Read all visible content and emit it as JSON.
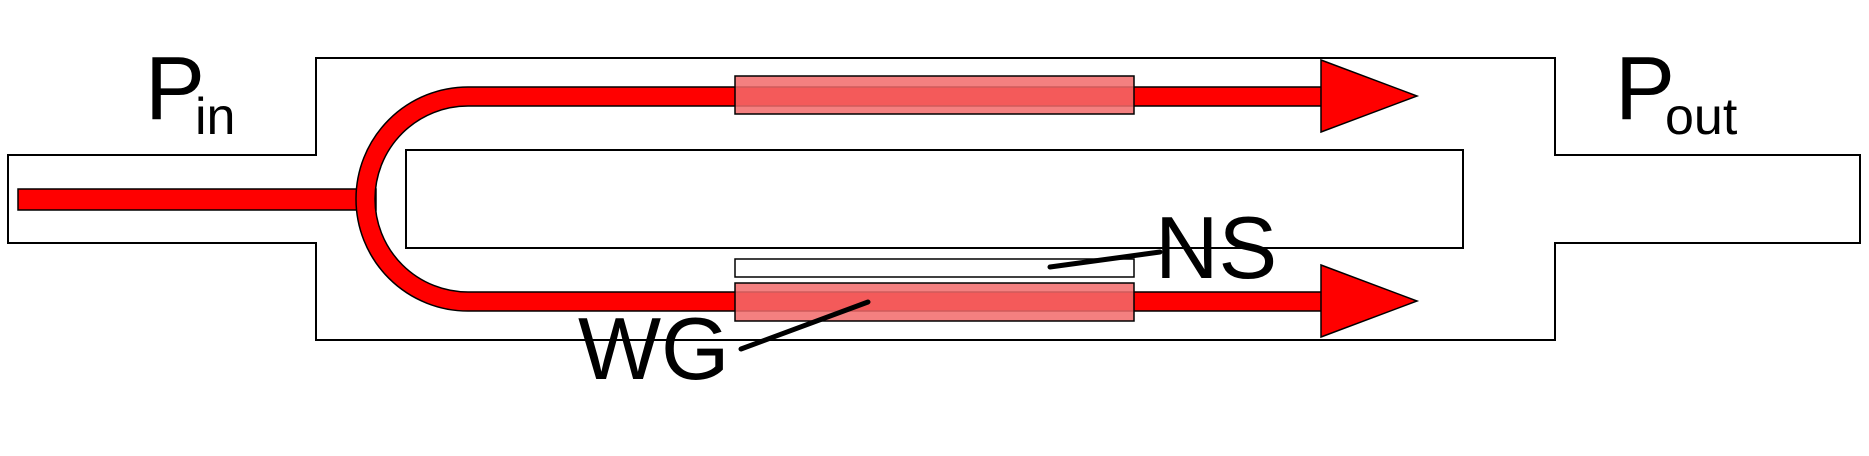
{
  "labels": {
    "input_power": "P",
    "input_power_sub": "in",
    "output_power": "P",
    "output_power_sub": "out",
    "nanostructure": "NS",
    "waveguide": "WG"
  },
  "colors": {
    "beam": "#ff0000",
    "overlay": "#f26a6a",
    "overlay_outline": "#000000",
    "outline": "#000000",
    "background": "#ffffff"
  }
}
